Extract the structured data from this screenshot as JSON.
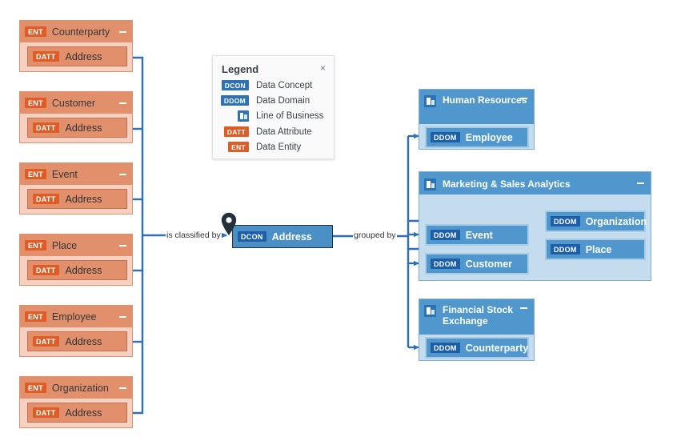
{
  "legend": {
    "title": "Legend",
    "close_icon": "×",
    "items": [
      {
        "key": "DCON",
        "kind": "chip-blue",
        "label": "Data Concept"
      },
      {
        "key": "DDOM",
        "kind": "chip-blue",
        "label": "Data Domain"
      },
      {
        "key": "",
        "kind": "building-icon",
        "label": "Line of Business"
      },
      {
        "key": "DATT",
        "kind": "chip-orange",
        "label": "Data Attribute"
      },
      {
        "key": "ENT",
        "kind": "chip-orange",
        "label": "Data Entity"
      }
    ]
  },
  "center_node": {
    "chip": "DCON",
    "label": "Address",
    "marker_icon": "location-pin-icon"
  },
  "edge_labels": {
    "left": "is classified by",
    "right": "grouped by"
  },
  "entities": [
    {
      "chip": "ENT",
      "label": "Counterparty",
      "attr_chip": "DATT",
      "attr_label": "Address"
    },
    {
      "chip": "ENT",
      "label": "Customer",
      "attr_chip": "DATT",
      "attr_label": "Address"
    },
    {
      "chip": "ENT",
      "label": "Event",
      "attr_chip": "DATT",
      "attr_label": "Address"
    },
    {
      "chip": "ENT",
      "label": "Place",
      "attr_chip": "DATT",
      "attr_label": "Address"
    },
    {
      "chip": "ENT",
      "label": "Employee",
      "attr_chip": "DATT",
      "attr_label": "Address"
    },
    {
      "chip": "ENT",
      "label": "Organization",
      "attr_chip": "DATT",
      "attr_label": "Address"
    }
  ],
  "lines_of_business": [
    {
      "title": "Human Resources",
      "icon": "building-icon",
      "collapse_icon": "minus-icon",
      "domains": [
        {
          "chip": "DDOM",
          "label": "Employee"
        }
      ]
    },
    {
      "title": "Marketing & Sales Analytics",
      "icon": "building-icon",
      "collapse_icon": "minus-icon",
      "domains": [
        {
          "chip": "DDOM",
          "label": "Event"
        },
        {
          "chip": "DDOM",
          "label": "Customer"
        },
        {
          "chip": "DDOM",
          "label": "Organization"
        },
        {
          "chip": "DDOM",
          "label": "Place"
        }
      ]
    },
    {
      "title": "Financial Stock Exchange",
      "icon": "building-icon",
      "collapse_icon": "minus-icon",
      "domains": [
        {
          "chip": "DDOM",
          "label": "Counterparty"
        }
      ]
    }
  ],
  "colors": {
    "entity_fill": "#e28f6b",
    "entity_body": "#f6d0c0",
    "entity_chip": "#e05c27",
    "domain_fill": "#4f97cd",
    "domain_chip": "#1c5fa8",
    "lob_body": "#c5dcef",
    "edge": "#2f6fb5",
    "canvas": "#ffffff"
  }
}
